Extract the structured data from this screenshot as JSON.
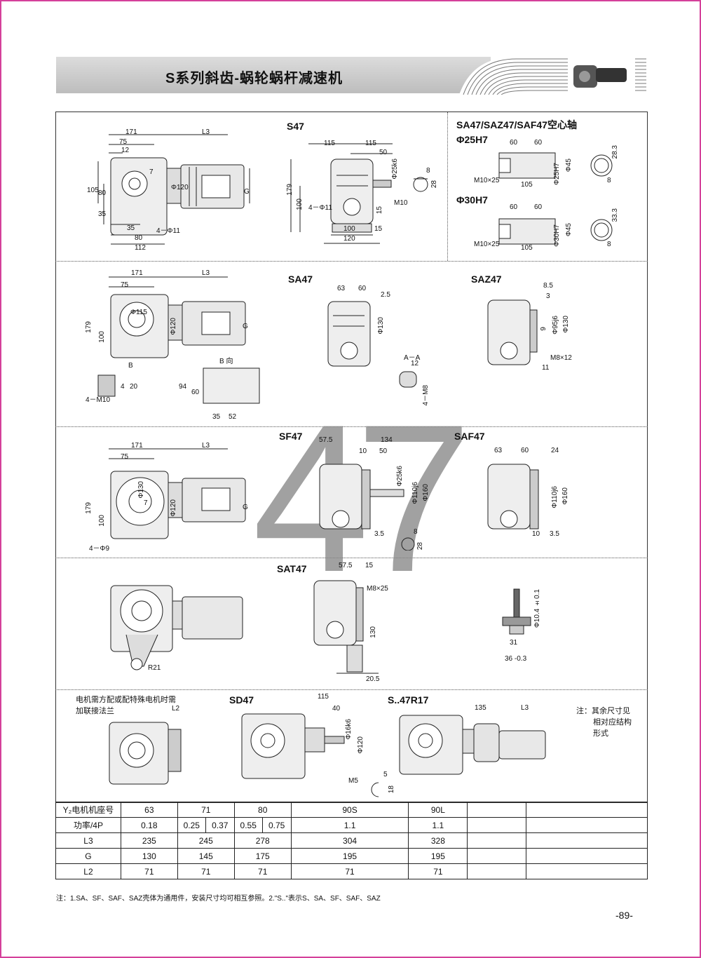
{
  "header": {
    "title": "S系列斜齿-蜗轮蜗杆减速机"
  },
  "sections": {
    "s47": {
      "label": "S47",
      "dims": [
        "171",
        "L3",
        "75",
        "12",
        "7",
        "105",
        "80",
        "35",
        "Φ120",
        "G",
        "35",
        "4－Φ11",
        "80",
        "112",
        "115",
        "115",
        "50",
        "Φ25k6",
        "8",
        "28",
        "179",
        "100",
        "4－Φ11",
        "15",
        "M10",
        "100",
        "15",
        "120"
      ]
    },
    "hollow": {
      "label": "SA47/SAZ47/SAF47空心轴",
      "sub1": "Φ25H7",
      "sub2": "Φ30H7",
      "dims1": [
        "60",
        "60",
        "Φ25H7",
        "Φ45",
        "28.3",
        "M10×25",
        "105",
        "8"
      ],
      "dims2": [
        "60",
        "60",
        "Φ30H7",
        "Φ45",
        "33.3",
        "M10×25",
        "105",
        "8"
      ]
    },
    "sa47": {
      "label": "SA47",
      "dims": [
        "171",
        "L3",
        "75",
        "Φ115",
        "179",
        "100",
        "Φ120",
        "G",
        "B",
        "B 向",
        "94",
        "60",
        "35",
        "52",
        "4－M10",
        "4",
        "20",
        "63",
        "60",
        "2.5",
        "Φ130",
        "A－A",
        "12",
        "4－M8"
      ]
    },
    "saz47": {
      "label": "SAZ47",
      "dims": [
        "8.5",
        "3",
        "Φ95j6",
        "Φ130",
        "9",
        "M8×12",
        "11"
      ]
    },
    "sf47": {
      "label": "SF47",
      "dims": [
        "171",
        "L3",
        "75",
        "Φ130",
        "7",
        "179",
        "100",
        "Φ120",
        "G",
        "4－Φ9",
        "57.5",
        "134",
        "10",
        "50",
        "Φ25k6",
        "Φ110j6",
        "Φ160",
        "3.5",
        "8",
        "28"
      ]
    },
    "saf47": {
      "label": "SAF47",
      "dims": [
        "63",
        "60",
        "24",
        "Φ110j6",
        "Φ160",
        "10",
        "3.5"
      ]
    },
    "sat47": {
      "label": "SAT47",
      "dims": [
        "R21",
        "57.5",
        "15",
        "M8×25",
        "130",
        "20.5",
        "Φ10.4 ±0.1",
        "31",
        "36 -0.3"
      ]
    },
    "sd47": {
      "label": "SD47",
      "dims": [
        "115",
        "40",
        "Φ16k6",
        "Φ120",
        "M5",
        "5",
        "18"
      ]
    },
    "motor_note": {
      "lines": [
        "电机需方配或配特殊电机时需",
        "加联接法兰"
      ],
      "dim": "L2"
    },
    "sr17": {
      "label": "S..47R17",
      "dims": [
        "135",
        "L3"
      ]
    },
    "side_note": {
      "lines": [
        "注：其余尺寸见",
        "相对应结构",
        "形式"
      ]
    },
    "big_number": "47"
  },
  "table": {
    "rows": [
      [
        "Y₂电机机座号",
        "63",
        "71",
        "",
        "80",
        "",
        "90S",
        "90L",
        "",
        ""
      ],
      [
        "功率/4P",
        "0.18",
        "0.25",
        "0.37",
        "0.55",
        "0.75",
        "1.1",
        "1.1",
        "",
        ""
      ],
      [
        "L3",
        "235",
        "245",
        "",
        "278",
        "",
        "304",
        "328",
        "",
        ""
      ],
      [
        "G",
        "130",
        "145",
        "",
        "175",
        "",
        "195",
        "195",
        "",
        ""
      ],
      [
        "L2",
        "71",
        "71",
        "",
        "71",
        "",
        "71",
        "71",
        "",
        ""
      ]
    ]
  },
  "footnote": "注：1.SA、SF、SAF、SAZ壳体为通用件，安装尺寸均可相互参照。2.\"S..\"表示S、SA、SF、SAF、SAZ",
  "page_number": "-89-"
}
